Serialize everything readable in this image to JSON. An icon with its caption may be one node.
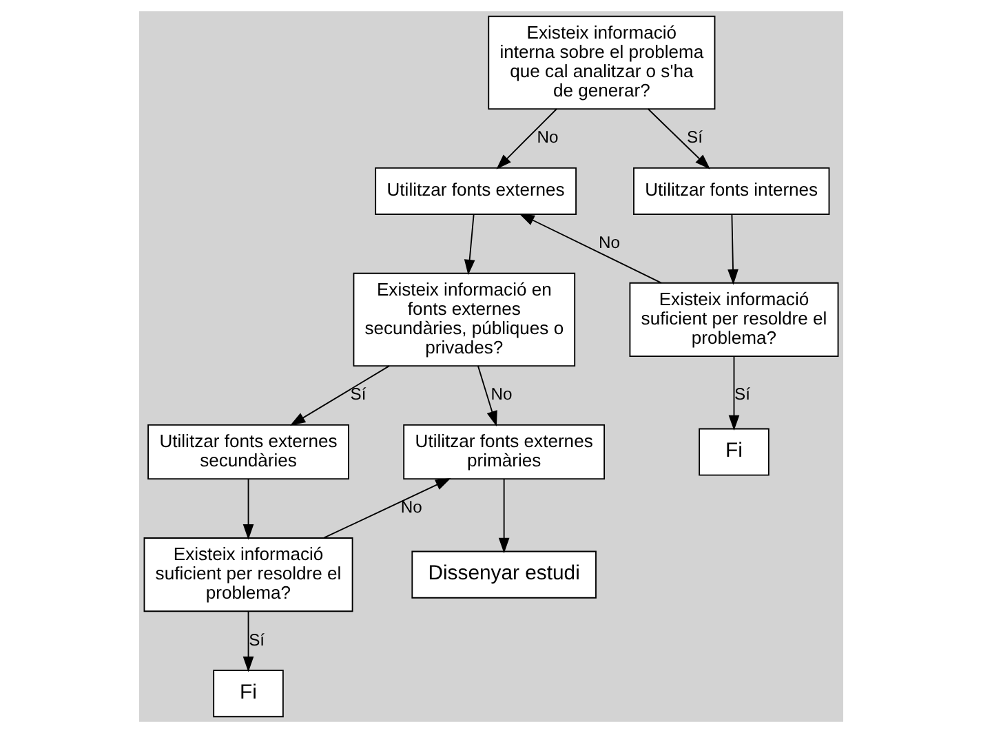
{
  "diagram": {
    "nodes": [
      {
        "text": [
          "Existeix informació interna sobre el problema que cal analitzar o s'ha de generar?"
        ]
      },
      {
        "text": [
          "Utilitzar fonts externes"
        ]
      },
      {
        "text": [
          "Utilitzar fonts internes"
        ]
      },
      {
        "text": [
          "Existeix informació en fonts externes secundàries, públiques o privades?"
        ]
      },
      {
        "text": [
          "Utilitzar fonts externes secundàries"
        ]
      },
      {
        "text": [
          "Existeix informació suficient per resoldre el problema?"
        ]
      },
      {
        "text": [
          "Utilitzar fonts externes primàries"
        ]
      },
      {
        "text": [
          "Existeix informació suficient per resoldre el problema?"
        ]
      },
      {
        "text": [
          "Fi"
        ]
      },
      {
        "text": [
          "Dissenyar estudi"
        ]
      },
      {
        "text": [
          "Fi"
        ]
      }
    ],
    "edges": [
      {
        "from": 0,
        "to": 1,
        "arrow": "to",
        "label": "No"
      },
      {
        "from": 0,
        "to": 2,
        "arrow": "to",
        "label": "Sí"
      },
      {
        "from": 2,
        "to": 5,
        "arrow": "to"
      },
      {
        "from": 5,
        "to": 1,
        "arrow": "to",
        "label": "No"
      },
      {
        "from": 1,
        "to": 3,
        "arrow": "to"
      },
      {
        "from": 3,
        "to": 4,
        "arrow": "to",
        "label": "Sí"
      },
      {
        "from": 3,
        "to": 6,
        "arrow": "to",
        "label": "No"
      },
      {
        "from": 4,
        "to": 7,
        "arrow": "to"
      },
      {
        "from": 7,
        "to": 6,
        "arrow": "to",
        "label": "No"
      },
      {
        "from": 7,
        "to": 10,
        "arrow": "to",
        "label": "Sí"
      },
      {
        "from": 5,
        "to": 8,
        "arrow": "to",
        "label": "Sí"
      },
      {
        "from": 6,
        "to": 9,
        "arrow": "to"
      }
    ]
  }
}
